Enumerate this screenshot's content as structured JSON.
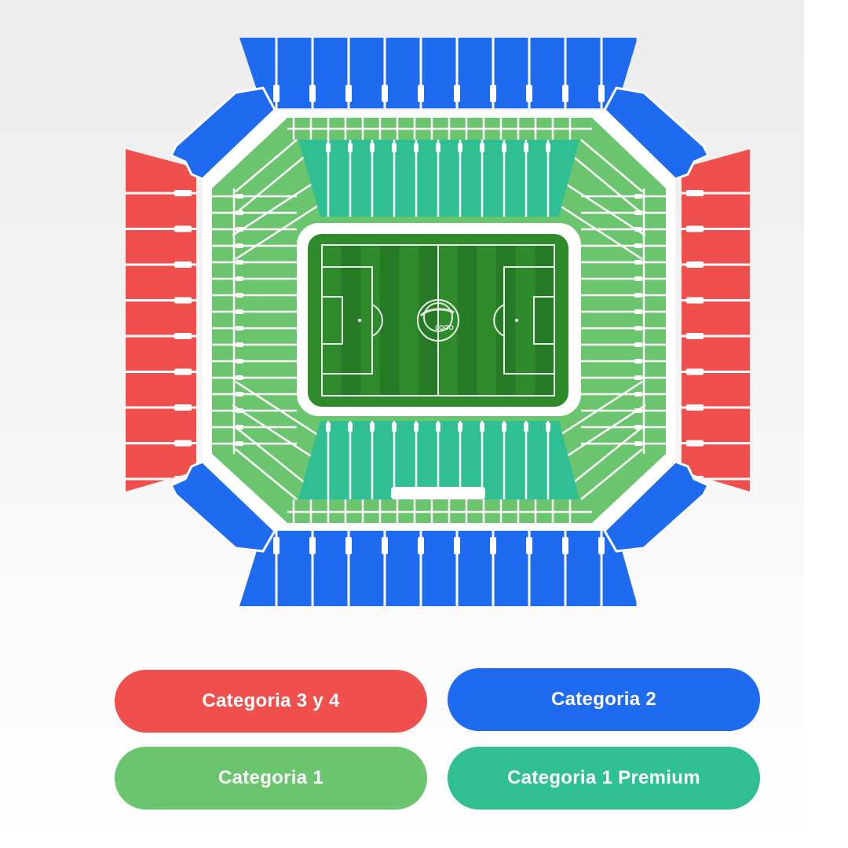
{
  "colors": {
    "category_3_4": "#f0504d",
    "category_2": "#1f6bf0",
    "category_1": "#6ac56e",
    "category_1_premium": "#2fbf92",
    "pitch": "#2f8a2c",
    "pitch_dark": "#267a25"
  },
  "pitch": {
    "logo_text": "LOGO"
  },
  "legend": [
    {
      "id": "cat34",
      "label": "Categoria 3 y 4",
      "color_key": "category_3_4"
    },
    {
      "id": "cat2",
      "label": "Categoria 2",
      "color_key": "category_2"
    },
    {
      "id": "cat1",
      "label": "Categoria 1",
      "color_key": "category_1"
    },
    {
      "id": "cat1p",
      "label": "Categoria 1 Premium",
      "color_key": "category_1_premium"
    }
  ]
}
